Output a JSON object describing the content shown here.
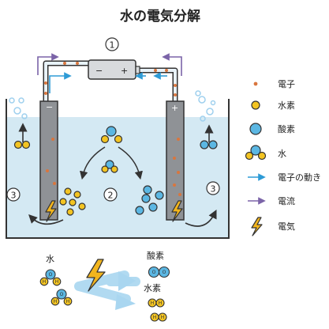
{
  "title": "水の電気分解",
  "battery": {
    "number": "①",
    "minus": "−",
    "plus": "+"
  },
  "electrodes": {
    "minus": "−",
    "plus": "+"
  },
  "steps": {
    "step2": "②",
    "step3_left": "③",
    "step3_right": "③"
  },
  "legend": [
    {
      "key": "electron",
      "label": "電子"
    },
    {
      "key": "hydrogen",
      "label": "水素"
    },
    {
      "key": "oxygen",
      "label": "酸素"
    },
    {
      "key": "water",
      "label": "水"
    },
    {
      "key": "electron_flow",
      "label": "電子の動き"
    },
    {
      "key": "current",
      "label": "電流"
    },
    {
      "key": "electricity",
      "label": "電気"
    }
  ],
  "bottom": {
    "water_label": "水",
    "oxygen_label": "酸素",
    "hydrogen_label": "水素",
    "h_letter": "H",
    "o_letter": "O"
  },
  "colors": {
    "water": "#d4e9f3",
    "electrode": "#8f9296",
    "oxygen": "#5bb7e3",
    "hydrogen": "#f3c422",
    "electron": "#d9763e",
    "electron_arrow": "#2e9bd6",
    "current_arrow": "#7b64a8",
    "lightning": "#f2b51d",
    "bubble": "#9fd0ee"
  },
  "icons": {
    "lightning": "lightning-icon",
    "arrow_up": "up-arrow-icon",
    "curved_arrow": "curved-arrow-icon"
  }
}
